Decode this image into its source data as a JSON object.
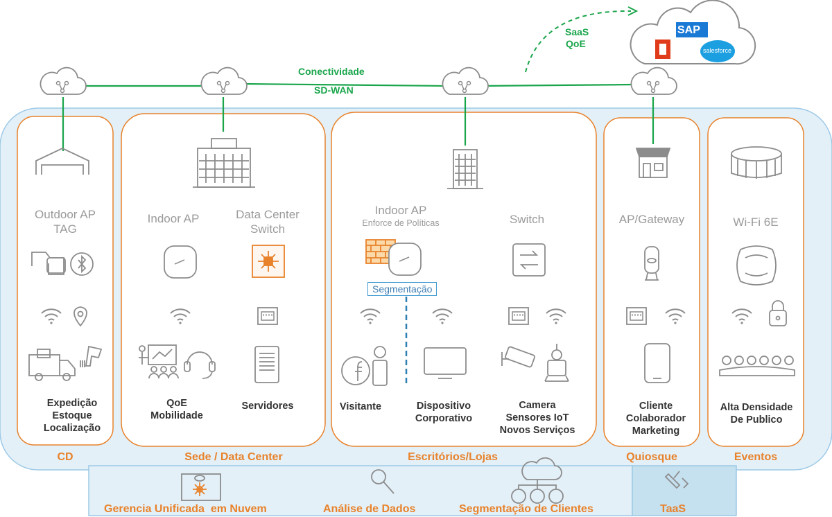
{
  "network": {
    "connectivity_line1": "Conectividade",
    "connectivity_line2": "SD-WAN",
    "saas_line1": "SaaS",
    "saas_line2": "QoE",
    "sap_logo": "SAP",
    "salesforce_logo": "salesforce"
  },
  "sections": {
    "cd": {
      "label": "CD",
      "device_line1": "Outdoor AP",
      "device_line2": "TAG",
      "use_lines": [
        "Expedição",
        "Estoque",
        "Localização"
      ]
    },
    "sede": {
      "label": "Sede / Data Center",
      "device_a": "Indoor AP",
      "device_b_line1": "Data Center",
      "device_b_line2": "Switch",
      "use_a_lines": [
        "QoE",
        "Mobilidade"
      ],
      "use_b": "Servidores"
    },
    "escritorios": {
      "label": "Escritórios/Lojas",
      "device_a": "Indoor AP",
      "device_a_sub": "Enforce de Políticas",
      "device_b": "Switch",
      "segmentation": "Segmentação",
      "use_a": "Visitante",
      "use_b_lines": [
        "Dispositivo",
        "Corporativo"
      ],
      "use_c_lines": [
        "Camera",
        "Sensores IoT",
        "Novos Serviços"
      ]
    },
    "quiosque": {
      "label": "Quiosque",
      "device": "AP/Gateway",
      "use_lines": [
        "Cliente",
        "Colaborador",
        "Marketing"
      ]
    },
    "eventos": {
      "label": "Eventos",
      "device": "Wi-Fi 6E",
      "use_lines": [
        "Alta Densidade",
        "De Publico"
      ]
    }
  },
  "bottom_bar": {
    "item1": "Gerencia Unificada  em Nuvem",
    "item2": "Análise de Dados",
    "item3": "Segmentação de Clientes",
    "item4": "TaaS"
  },
  "colors": {
    "green": "#1aa54b",
    "orange": "#e8822b",
    "light_blue_bg": "#e3f0f8",
    "blue_border": "#9cc9e6",
    "gray_icon": "#8c8c8c",
    "office_red": "#e03b1a",
    "sap_blue": "#1b79d6",
    "salesforce_blue": "#1c9fe0"
  },
  "icons": [
    "cloud-network-icon",
    "warehouse-icon",
    "building-icon",
    "tower-icon",
    "kiosk-store-icon",
    "stadium-icon",
    "access-point-icon",
    "bluetooth-icon",
    "wifi-icon",
    "location-icon",
    "truck-icon",
    "scanner-icon",
    "presentation-icon",
    "headset-icon",
    "switch-icon",
    "ethernet-icon",
    "server-icon",
    "firewall-icon",
    "facebook-icon",
    "phone-icon",
    "monitor-icon",
    "camera-icon",
    "robot-icon",
    "lock-icon",
    "audience-icon",
    "dashboard-icon",
    "magnifier-icon",
    "users-cloud-icon",
    "tools-icon"
  ]
}
